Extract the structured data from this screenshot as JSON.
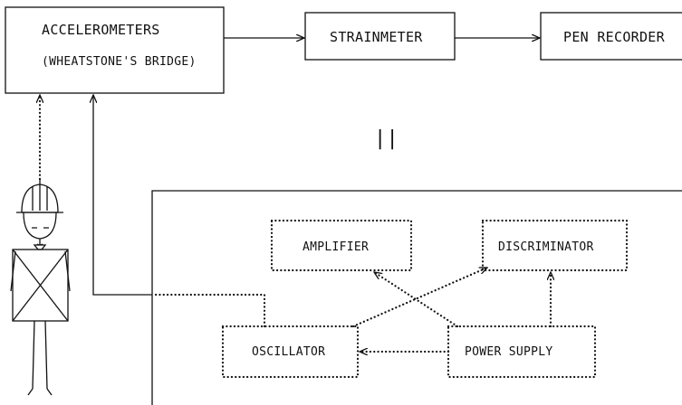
{
  "blocks": {
    "accelerometers": "ACCELEROMETERS",
    "wheatstone": "(WHEATSTONE'S BRIDGE)",
    "strainmeter": "STRAINMETER",
    "pen_recorder": "PEN RECORDER"
  },
  "equivalence_mark": "||",
  "inner_blocks": {
    "amplifier": "AMPLIFIER",
    "discriminator": "DISCRIMINATOR",
    "oscillator": "OSCILLATOR",
    "power_supply": "POWER SUPPLY"
  }
}
